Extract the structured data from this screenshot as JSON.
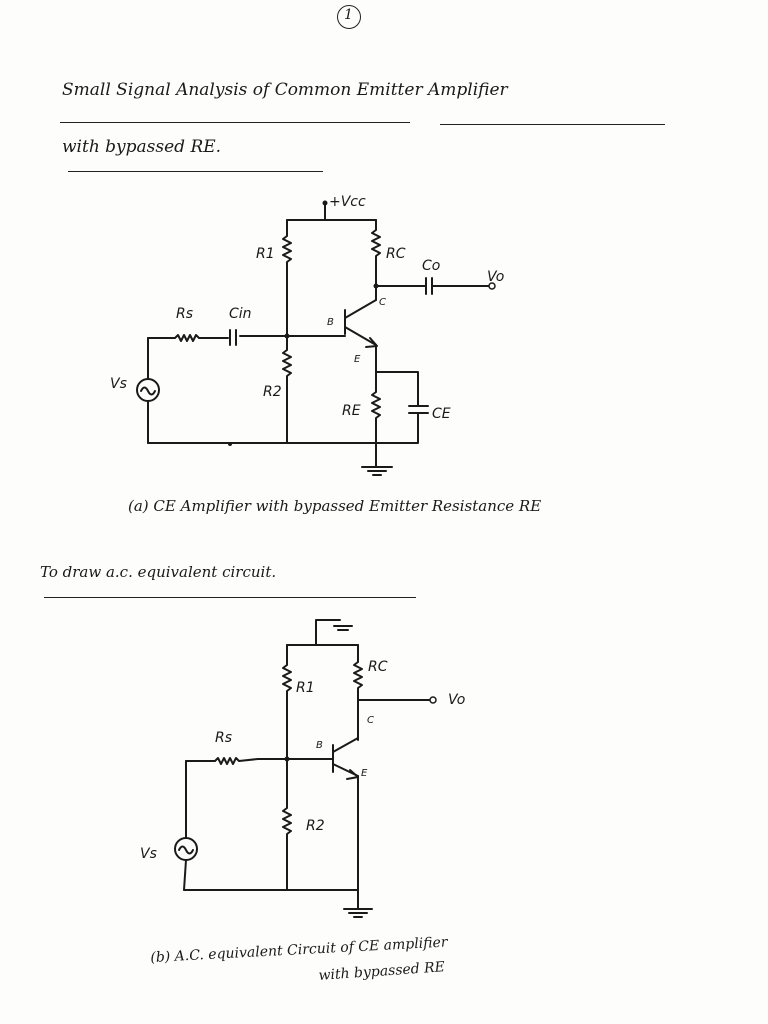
{
  "page_number": "1",
  "title_line1": "Small Signal Analysis of Common Emitter Amplifier",
  "title_line2": "with bypassed RE.",
  "caption_a": "(a) CE Amplifier with bypassed Emitter Resistance RE",
  "section_heading": "To draw a.c. equivalent circuit.",
  "caption_b_line1": "(b) A.C. equivalent Circuit of CE amplifier",
  "caption_b_line2": "with bypassed RE",
  "circuit_a": {
    "vcc": "+Vcc",
    "r1": "R1",
    "rc": "RC",
    "co": "Co",
    "vo": "Vo",
    "c": "C",
    "b": "B",
    "e": "E",
    "rs": "Rs",
    "cin": "Cin",
    "vs": "Vs",
    "r2": "R2",
    "re": "RE",
    "ce": "CE"
  },
  "circuit_b": {
    "rc": "RC",
    "r1": "R1",
    "vo": "Vo",
    "c": "C",
    "b": "B",
    "e": "E",
    "rs": "Rs",
    "vs": "Vs",
    "r2": "R2"
  }
}
